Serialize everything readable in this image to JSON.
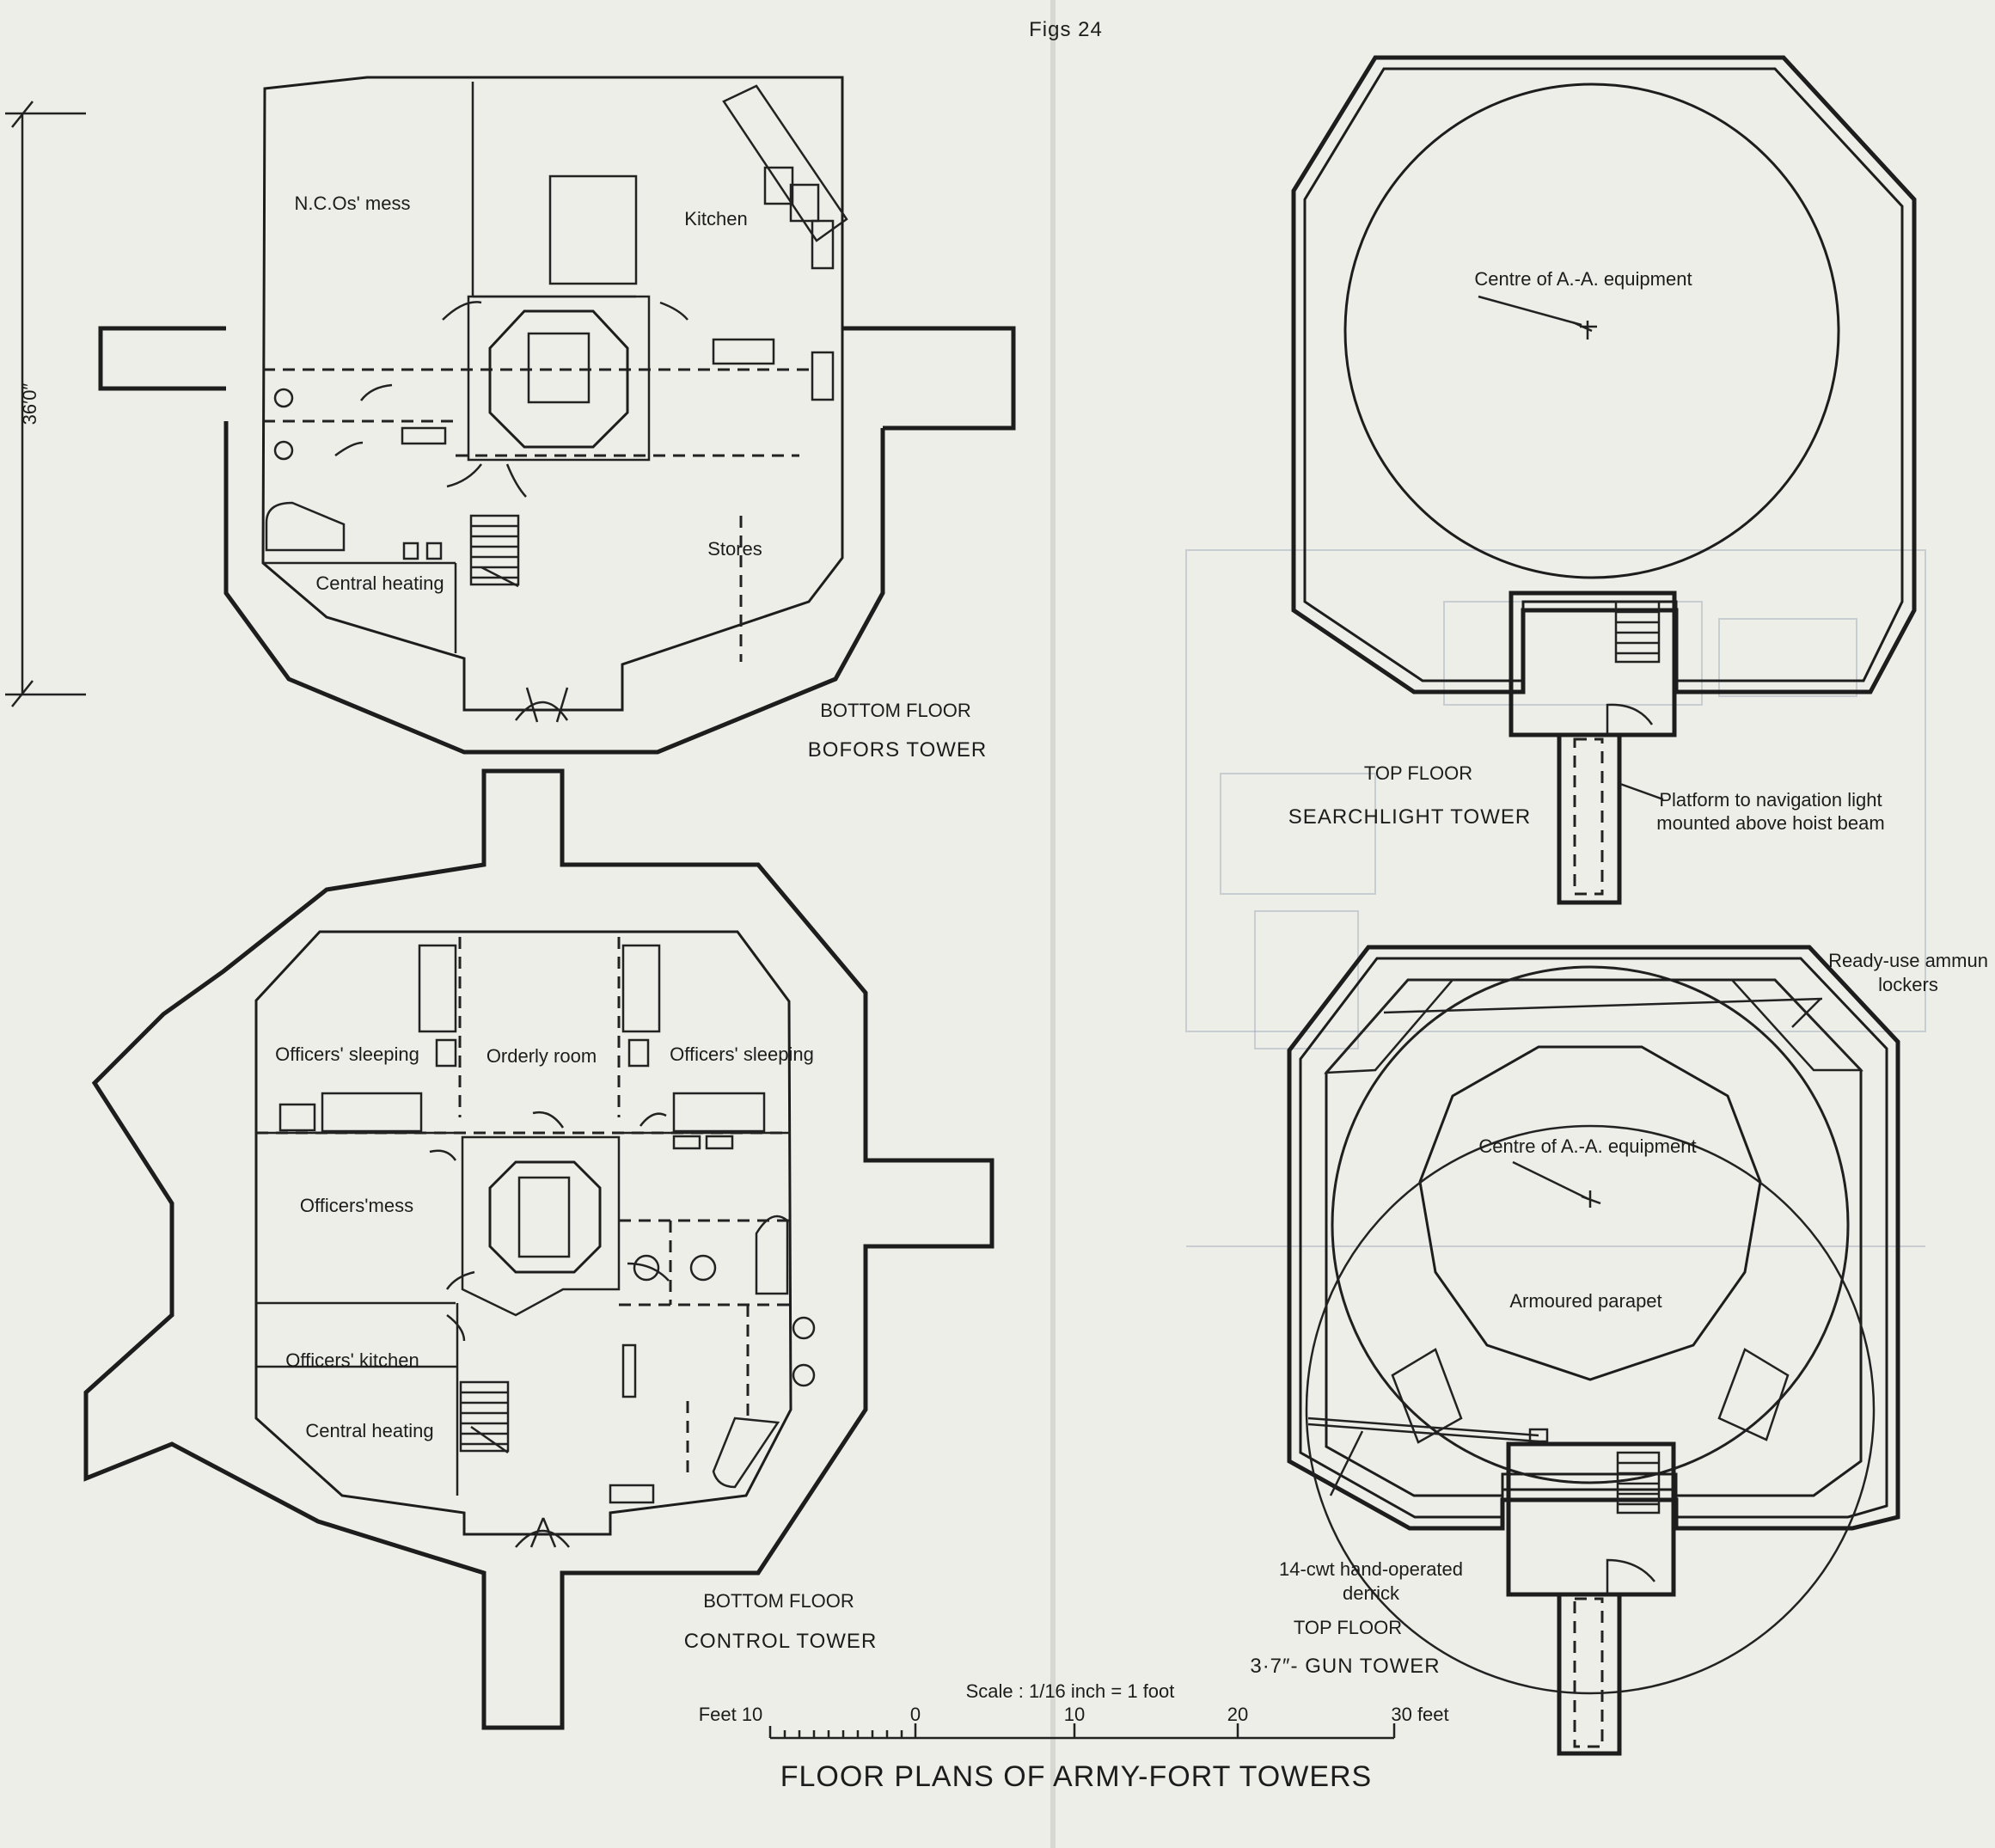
{
  "figure_number": "Figs 24",
  "main_title": "FLOOR PLANS OF ARMY-FORT TOWERS",
  "dimension_label": "36′0″",
  "scale": {
    "label": "Scale : 1/16 inch = 1 foot",
    "ticks": [
      "Feet 10",
      "0",
      "10",
      "20",
      "30 feet"
    ]
  },
  "bofors_tower": {
    "floor": "BOTTOM FLOOR",
    "name": "BOFORS TOWER",
    "rooms": [
      "N.C.Os' mess",
      "Kitchen",
      "Stores",
      "Central heating"
    ]
  },
  "searchlight_tower": {
    "floor": "TOP FLOOR",
    "name": "SEARCHLIGHT TOWER",
    "centre_label": "Centre of A.-A. equipment",
    "platform_label": [
      "Platform to navigation light",
      "mounted above hoist beam"
    ]
  },
  "control_tower": {
    "floor": "BOTTOM FLOOR",
    "name": "CONTROL TOWER",
    "rooms": [
      "Officers' sleeping",
      "Orderly room",
      "Officers' sleeping",
      "Officers'mess",
      "Officers' kitchen",
      "Central heating"
    ]
  },
  "gun_tower": {
    "floor": "TOP FLOOR",
    "name": "3·7″- GUN TOWER",
    "centre_label": "Centre of A.-A. equipment",
    "parapet_label": "Armoured parapet",
    "lockers_label": [
      "Ready-use ammun",
      "lockers"
    ],
    "derrick_label": [
      "14-cwt hand-operated",
      "derrick"
    ]
  }
}
